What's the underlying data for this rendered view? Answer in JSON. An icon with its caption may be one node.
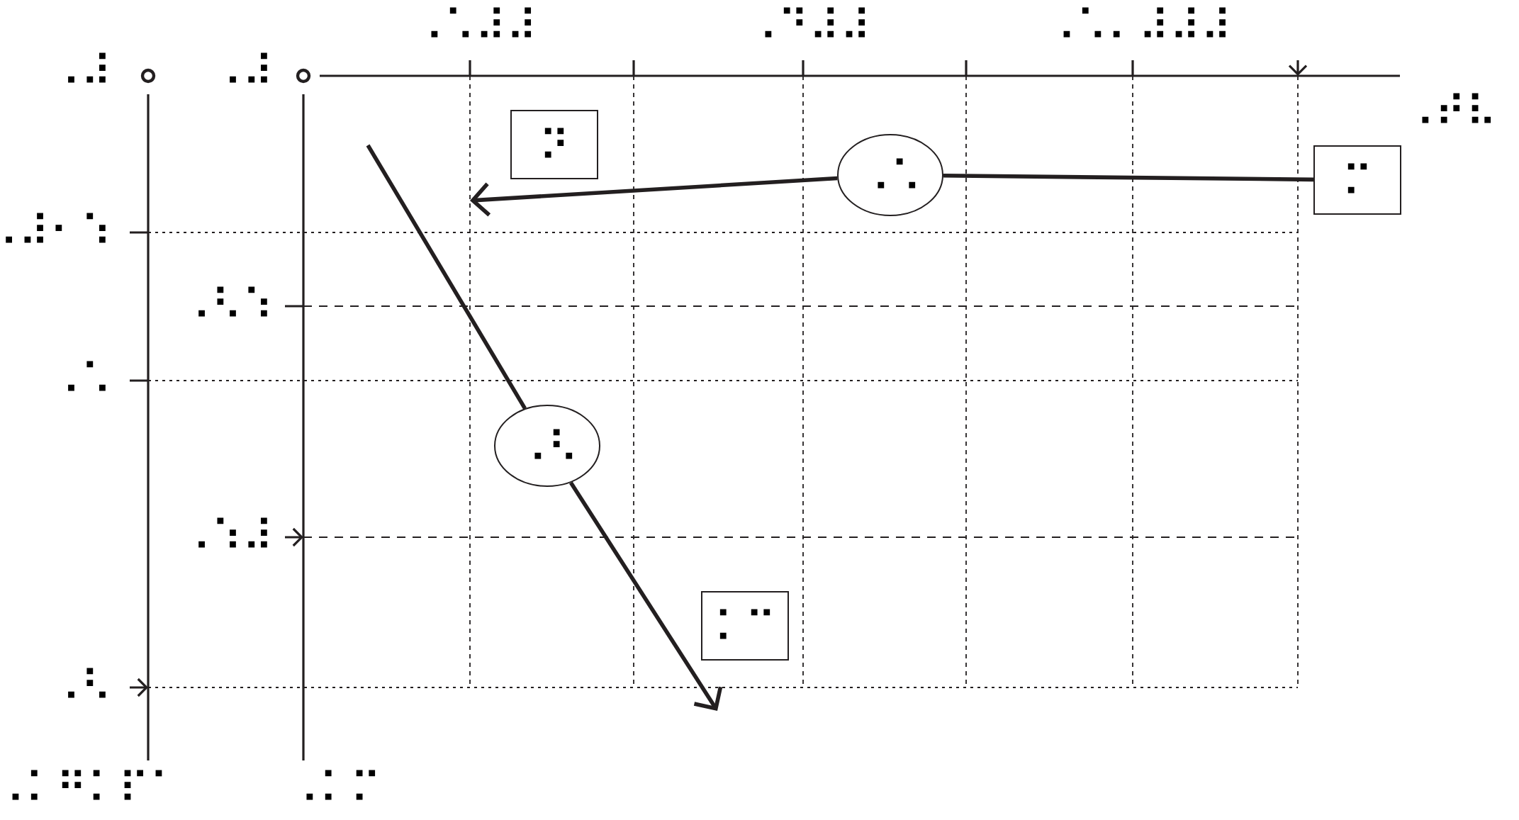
{
  "diagram": {
    "nodes": [
      {
        "text": [
          "⠝"
        ]
      },
      {
        "text": [
          "⠠⠡"
        ]
      },
      {
        "text": [
          "⠍"
        ]
      },
      {
        "text": [
          "⠠⠣"
        ]
      },
      {
        "text": [
          "⠅⠉"
        ]
      }
    ],
    "edges": [
      {
        "from": 2,
        "to": 1,
        "arrow": "none"
      },
      {
        "from": 1,
        "to": null,
        "arrow": "to"
      },
      {
        "from": null,
        "to": 3,
        "arrow": "none"
      },
      {
        "from": 3,
        "to": null,
        "arrow": "to"
      }
    ],
    "labels": [
      "⠠⠡⠼⠼",
      "⠠⠙⠼⠼",
      "⠠⠡⠄⠼⠼⠼",
      "⠠⠞⠧",
      "⠠⠼",
      "⠠⠼",
      "⠠⠼⠂⠱",
      "⠠⠣⠱",
      "⠠⠡",
      "⠠⠱⠼",
      "⠠⠣",
      "⠠⠅⠛⠅⠏⠁",
      "⠠⠅⠍"
    ]
  }
}
